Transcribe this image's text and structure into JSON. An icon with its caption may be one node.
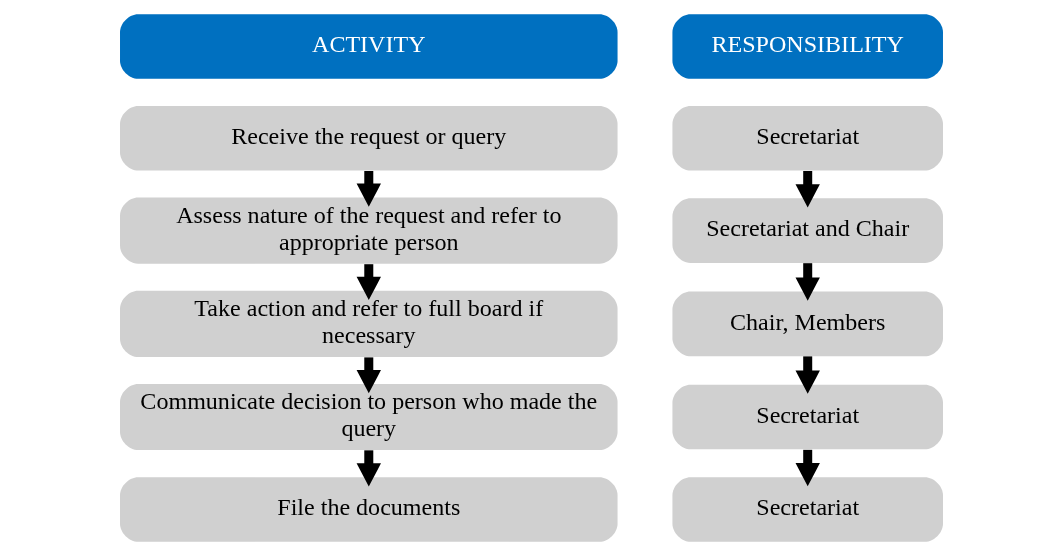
{
  "diagram": {
    "nodes": [
      {
        "text": [
          "ACTIVITY"
        ]
      },
      {
        "text": [
          "Receive the request or query"
        ]
      },
      {
        "text": [
          "Assess nature of the request and refer to appropriate person"
        ]
      },
      {
        "text": [
          "Take action and refer to full board if necessary"
        ]
      },
      {
        "text": [
          "Communicate decision to person who made the query"
        ]
      },
      {
        "text": [
          "File the documents"
        ]
      },
      {
        "text": [
          "RESPONSIBILITY"
        ]
      },
      {
        "text": [
          "Secretariat"
        ]
      },
      {
        "text": [
          "Secretariat and Chair"
        ]
      },
      {
        "text": [
          "Chair, Members"
        ]
      },
      {
        "text": [
          "Secretariat"
        ]
      },
      {
        "text": [
          "Secretariat"
        ]
      }
    ],
    "edges": [
      {
        "from": 1,
        "to": 2,
        "arrow": "to"
      },
      {
        "from": 2,
        "to": 3,
        "arrow": "to"
      },
      {
        "from": 3,
        "to": 4,
        "arrow": "to"
      },
      {
        "from": 4,
        "to": 5,
        "arrow": "to"
      },
      {
        "from": 7,
        "to": 8,
        "arrow": "to"
      },
      {
        "from": 8,
        "to": 9,
        "arrow": "to"
      },
      {
        "from": 9,
        "to": 10,
        "arrow": "to"
      },
      {
        "from": 10,
        "to": 11,
        "arrow": "to"
      }
    ]
  }
}
